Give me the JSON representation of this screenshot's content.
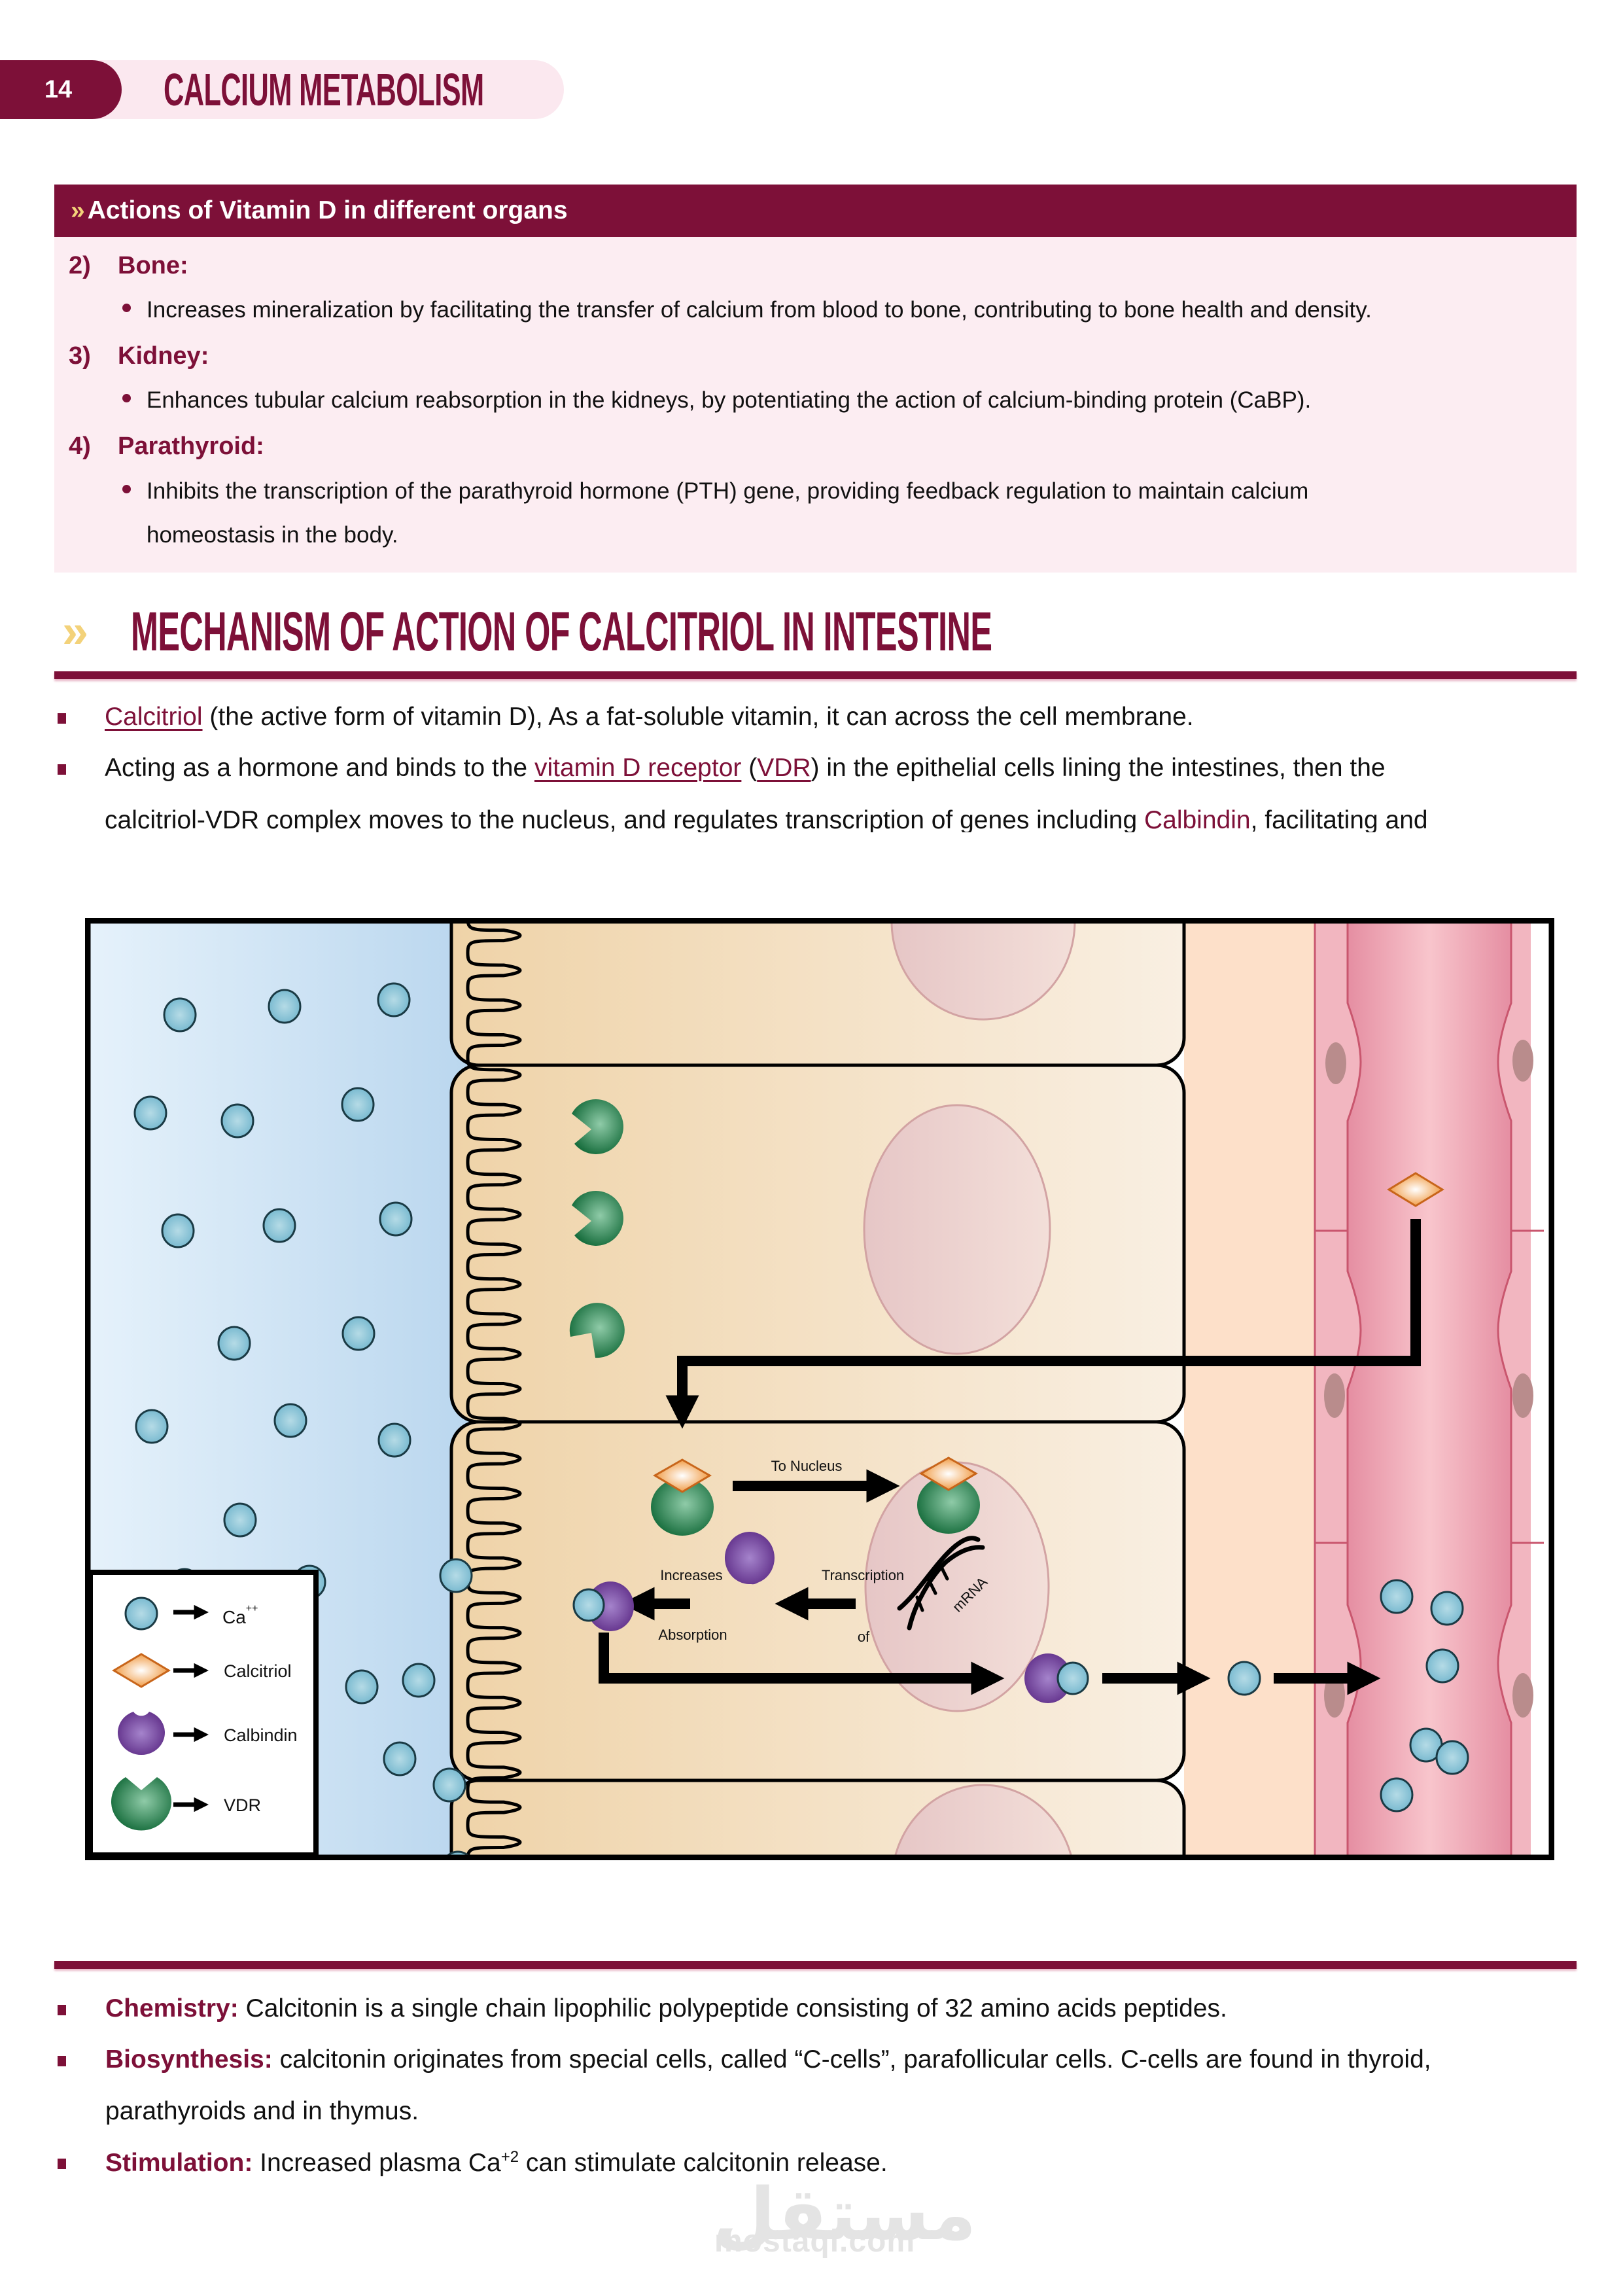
{
  "header": {
    "page_number": "14",
    "chapter_title": "CALCIUM METABOLISM"
  },
  "vitamin_d_box": {
    "chevron": "»",
    "title": "Actions of Vitamin D in different organs",
    "items": [
      {
        "number": "2)",
        "organ": "Bone:",
        "lines": [
          "Increases mineralization by facilitating the transfer of calcium from blood to bone, contributing to bone health and density."
        ]
      },
      {
        "number": "3)",
        "organ": "Kidney:",
        "lines": [
          "Enhances tubular calcium reabsorption in the kidneys, by potentiating the action of calcium-binding protein (CaBP)."
        ]
      },
      {
        "number": "4)",
        "organ": "Parathyroid:",
        "lines": [
          "Inhibits the transcription of the parathyroid hormone (PTH) gene, providing feedback regulation to maintain calcium",
          "homeostasis in the body."
        ]
      }
    ]
  },
  "section": {
    "chevron": "»",
    "title": "MECHANISM OF ACTION OF CALCITRIOL IN INTESTINE",
    "bullets": [
      {
        "link": "Calcitriol",
        "text": " (the active form of vitamin D), As a fat-soluble vitamin, it can across the cell membrane."
      },
      {
        "pre": "Acting as a hormone and binds to the ",
        "link1": "vitamin D receptor",
        "mid": " (",
        "link2": "VDR",
        "post": ") in the epithelial cells lining the intestines, then the"
      },
      {
        "pre": "calcitriol-VDR complex moves to the nucleus, and regulates transcription of genes including ",
        "highlight": "Calbindin",
        "post": ", facilitating and"
      }
    ]
  },
  "diagram": {
    "labels": {
      "to_nucleus": "To Nucleus",
      "increases": "Increases",
      "absorption": "Absorption",
      "transcription": "Transcription",
      "of": "of",
      "mrna": "mRNA"
    },
    "legend": [
      {
        "symbol": "ca-ion",
        "label": "Ca",
        "superscript": "++"
      },
      {
        "symbol": "calcitriol",
        "label": "Calcitriol",
        "superscript": ""
      },
      {
        "symbol": "calbindin",
        "label": "Calbindin",
        "superscript": ""
      },
      {
        "symbol": "vdr",
        "label": "VDR",
        "superscript": ""
      }
    ],
    "colors": {
      "lumen": "#cfe3f4",
      "cell": "#f2d9b4",
      "nucleus": "#ebcfcf",
      "interstitium": "#fde0c9",
      "vessel": "#f2b6c0",
      "ca_ion": "#8ec6d9",
      "calcitriol": "#ee8a24",
      "calbindin": "#7a3fa0",
      "vdr": "#1d7a45"
    }
  },
  "calcitonin": {
    "bullets": [
      {
        "key": "Chemistry:",
        "text": " Calcitonin is a single chain lipophilic polypeptide consisting of 32 amino acids peptides."
      },
      {
        "key": "Biosynthesis:",
        "text": " calcitonin originates from special cells, called “C-cells”, parafollicular cells. C-cells are found in thyroid,",
        "cont": "parathyroids and in thymus."
      },
      {
        "key": "Stimulation:",
        "text_pre": " Increased plasma Ca",
        "sup": "+2",
        "text_post": " can stimulate calcitonin release."
      }
    ]
  },
  "watermark": {
    "arabic": "مستقل",
    "latin": "mostaql.com"
  }
}
